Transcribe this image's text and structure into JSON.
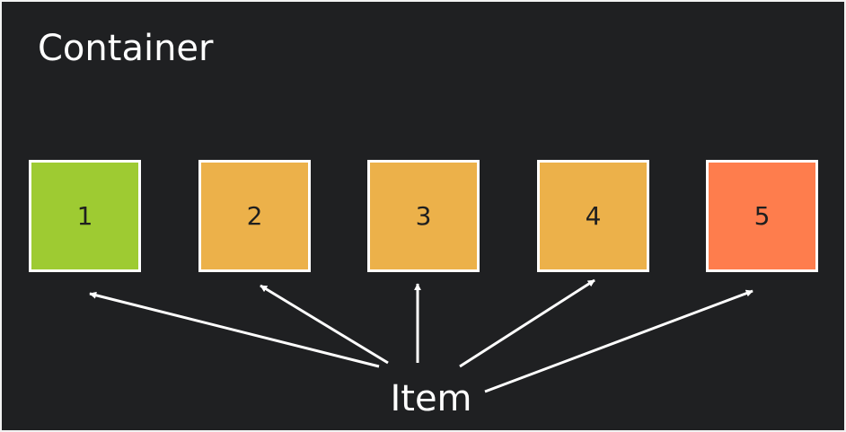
{
  "container": {
    "title": "Container",
    "background": "#1f2022",
    "border_color": "#f2f2f2"
  },
  "items": [
    {
      "label": "1",
      "color": "#9ecb32"
    },
    {
      "label": "2",
      "color": "#ecb14a"
    },
    {
      "label": "3",
      "color": "#ecb14a"
    },
    {
      "label": "4",
      "color": "#ecb14a"
    },
    {
      "label": "5",
      "color": "#fe7d4d"
    }
  ],
  "annotation": {
    "label": "Item",
    "arrow_color": "#ffffff"
  }
}
